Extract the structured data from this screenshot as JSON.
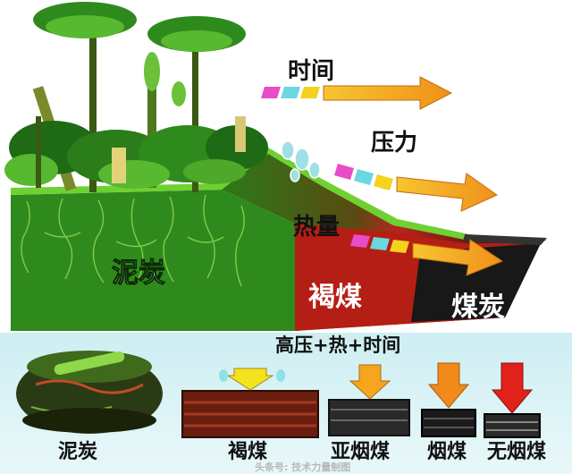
{
  "arrows": {
    "time": "时间",
    "pressure": "压力",
    "heat": "热量"
  },
  "layers": {
    "peat": "泥炭",
    "lignite": "褐煤",
    "coal": "煤炭"
  },
  "process_label": "高压+热+时间",
  "stages": [
    {
      "label": "泥炭"
    },
    {
      "label": "褐煤"
    },
    {
      "label": "亚烟煤"
    },
    {
      "label": "烟煤"
    },
    {
      "label": "无烟煤"
    }
  ],
  "watermark": "头条号: 技术力量制图",
  "colors": {
    "peat_green": "#2f8a1d",
    "lignite_red": "#c8261a",
    "coal_black": "#1a1a1a",
    "arrow_orange": "#f29a1c",
    "arrow_red": "#e0221a",
    "arrow_yellow": "#f4d21e",
    "lower_panel_bg": "#d6f0f2"
  }
}
